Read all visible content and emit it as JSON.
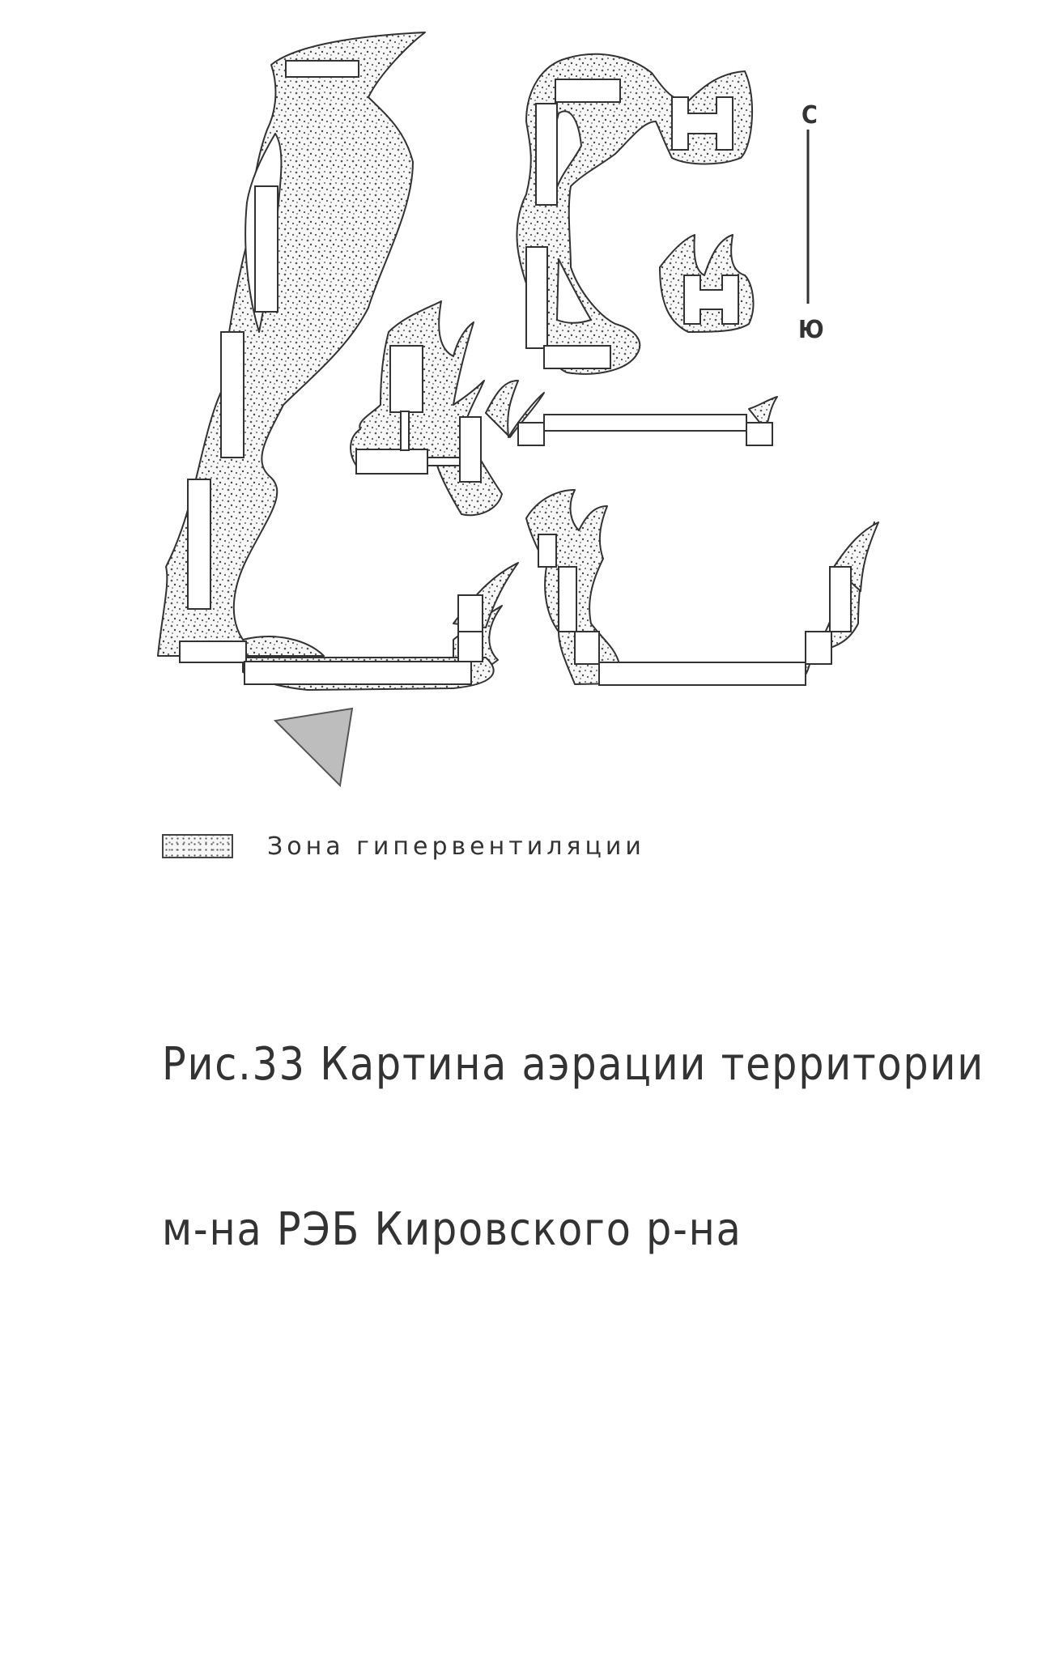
{
  "compass": {
    "north": "С",
    "south": "Ю"
  },
  "legend": {
    "label": "Зона гипервентиляции"
  },
  "caption": {
    "line1": "Рис.33 Картина аэрации территории",
    "line2": "м-на РЭБ Кировского р-на"
  }
}
